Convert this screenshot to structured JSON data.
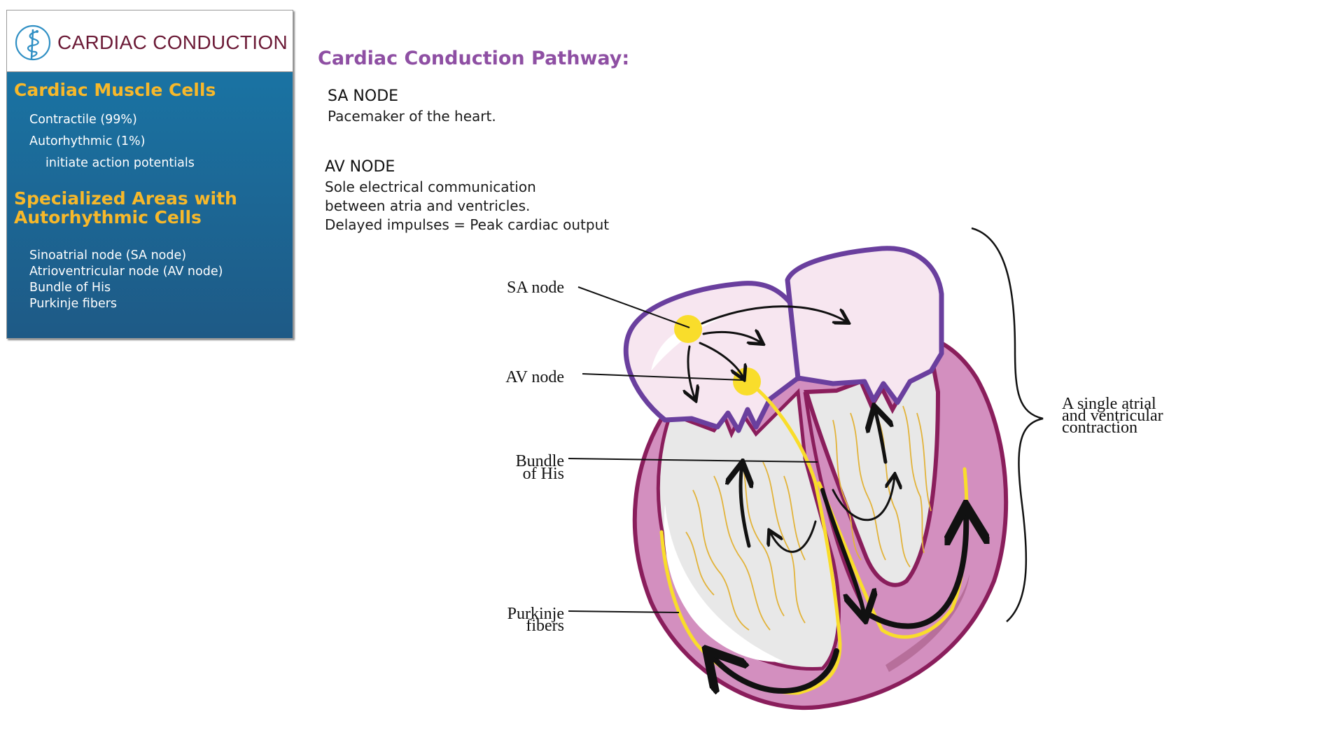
{
  "app": {
    "title": "CARDIAC CONDUCTION",
    "logo_icon": "caduceus-icon"
  },
  "sidebar": {
    "sections": [
      {
        "heading": "Cardiac Muscle Cells",
        "items": [
          {
            "label": "Contractile (99%)"
          },
          {
            "label": "Autorhythmic (1%)"
          },
          {
            "label": "initiate action potentials",
            "indent": true
          }
        ]
      },
      {
        "heading_lines": [
          "Specialized Areas with",
          "Autorhythmic Cells"
        ],
        "items": [
          {
            "label": "Sinoatrial node (SA node)"
          },
          {
            "label": "Atrioventricular node (AV node)"
          },
          {
            "label": "Bundle of His"
          },
          {
            "label": "Purkinje fibers"
          }
        ]
      }
    ]
  },
  "main": {
    "title": "Cardiac Conduction Pathway:",
    "sa_node": {
      "heading": "SA NODE",
      "description": "Pacemaker of the heart."
    },
    "av_node": {
      "heading": "AV NODE",
      "description_lines": [
        "Sole electrical communication",
        "between atria and ventricles.",
        "Delayed impulses = Peak cardiac output"
      ]
    }
  },
  "diagram": {
    "labels": {
      "sa_node": "SA node",
      "av_node": "AV node",
      "bundle_of_his": [
        "Bundle",
        "of His"
      ],
      "purkinje_fibers": [
        "Purkinje",
        "fibers"
      ],
      "bracket": [
        "A single atrial",
        "and ventricular",
        "contraction"
      ]
    },
    "colors": {
      "atria_wall": "#6a3f9e",
      "atria_fill": "#f7e6f0",
      "ventricle_wall": "#8a1e5c",
      "myocardium": "#d38fbf",
      "chamber": "#e8e8e8",
      "conduction": "#f9dd2b",
      "fibers": "#e2b33a",
      "title_purple": "#8e4fa3",
      "heading_gold": "#f7b82a",
      "panel_blue": "#1a73a3"
    }
  }
}
